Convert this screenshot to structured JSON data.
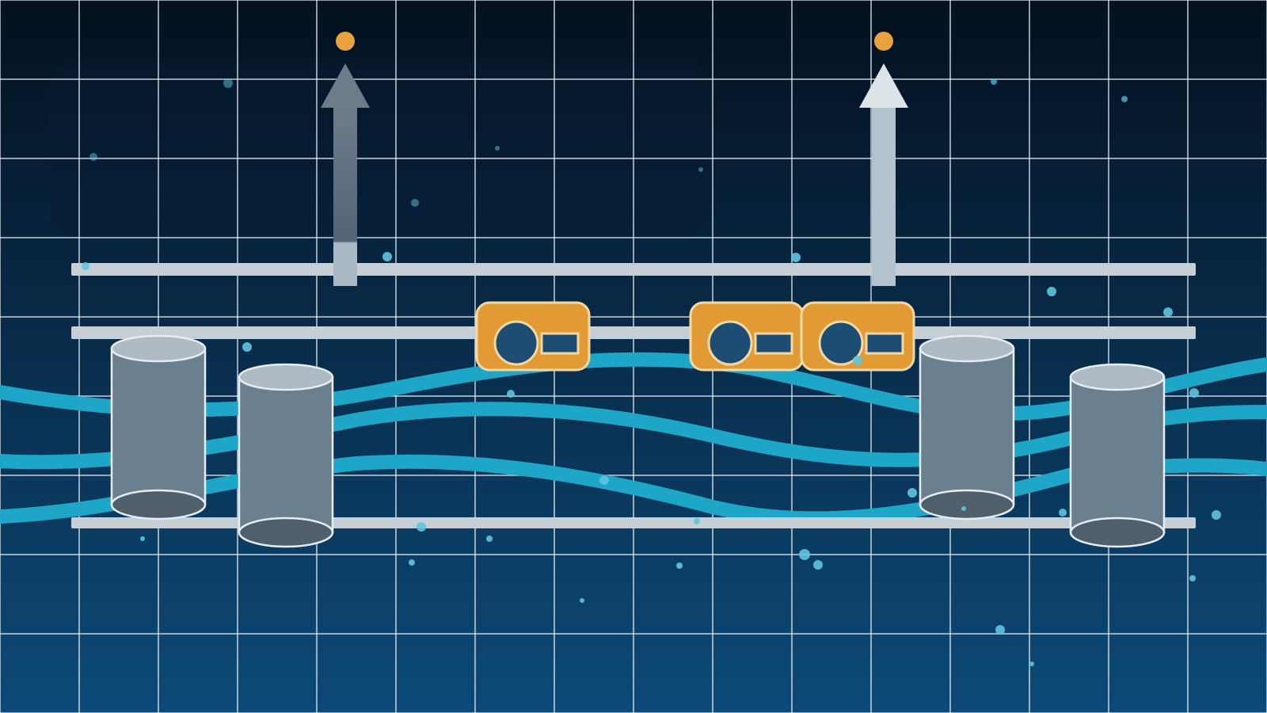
{
  "colors": {
    "background_top": "#04101f",
    "background_bottom": "#0d4a78",
    "grid": "#e8eef3",
    "rail": "#c6ced6",
    "flow": "#1ea6c8",
    "tank_body": "#6b808e",
    "tank_top": "#aebbc5",
    "tank_bottom": "#4f5f6b",
    "tank_outline": "#e6ecf0",
    "module_fill": "#e19a34",
    "module_outline": "#f3d9a6",
    "module_part": "#1e4d73",
    "arrow_dim": "#6e7c8a",
    "arrow_light": "#b3c2cc",
    "arrow_head_light": "#dde4e8",
    "signal": "#e8a23e",
    "particle": "#5fc4e0"
  },
  "icons": {
    "tank": "cylinder-icon",
    "module": "pump-module-icon",
    "arrow": "up-arrow-icon",
    "signal": "dot-icon"
  },
  "diagram": {
    "tank_count": 4,
    "module_count": 3,
    "arrow_count": 2,
    "flow_stream_count": 3,
    "rail_count": 3
  }
}
